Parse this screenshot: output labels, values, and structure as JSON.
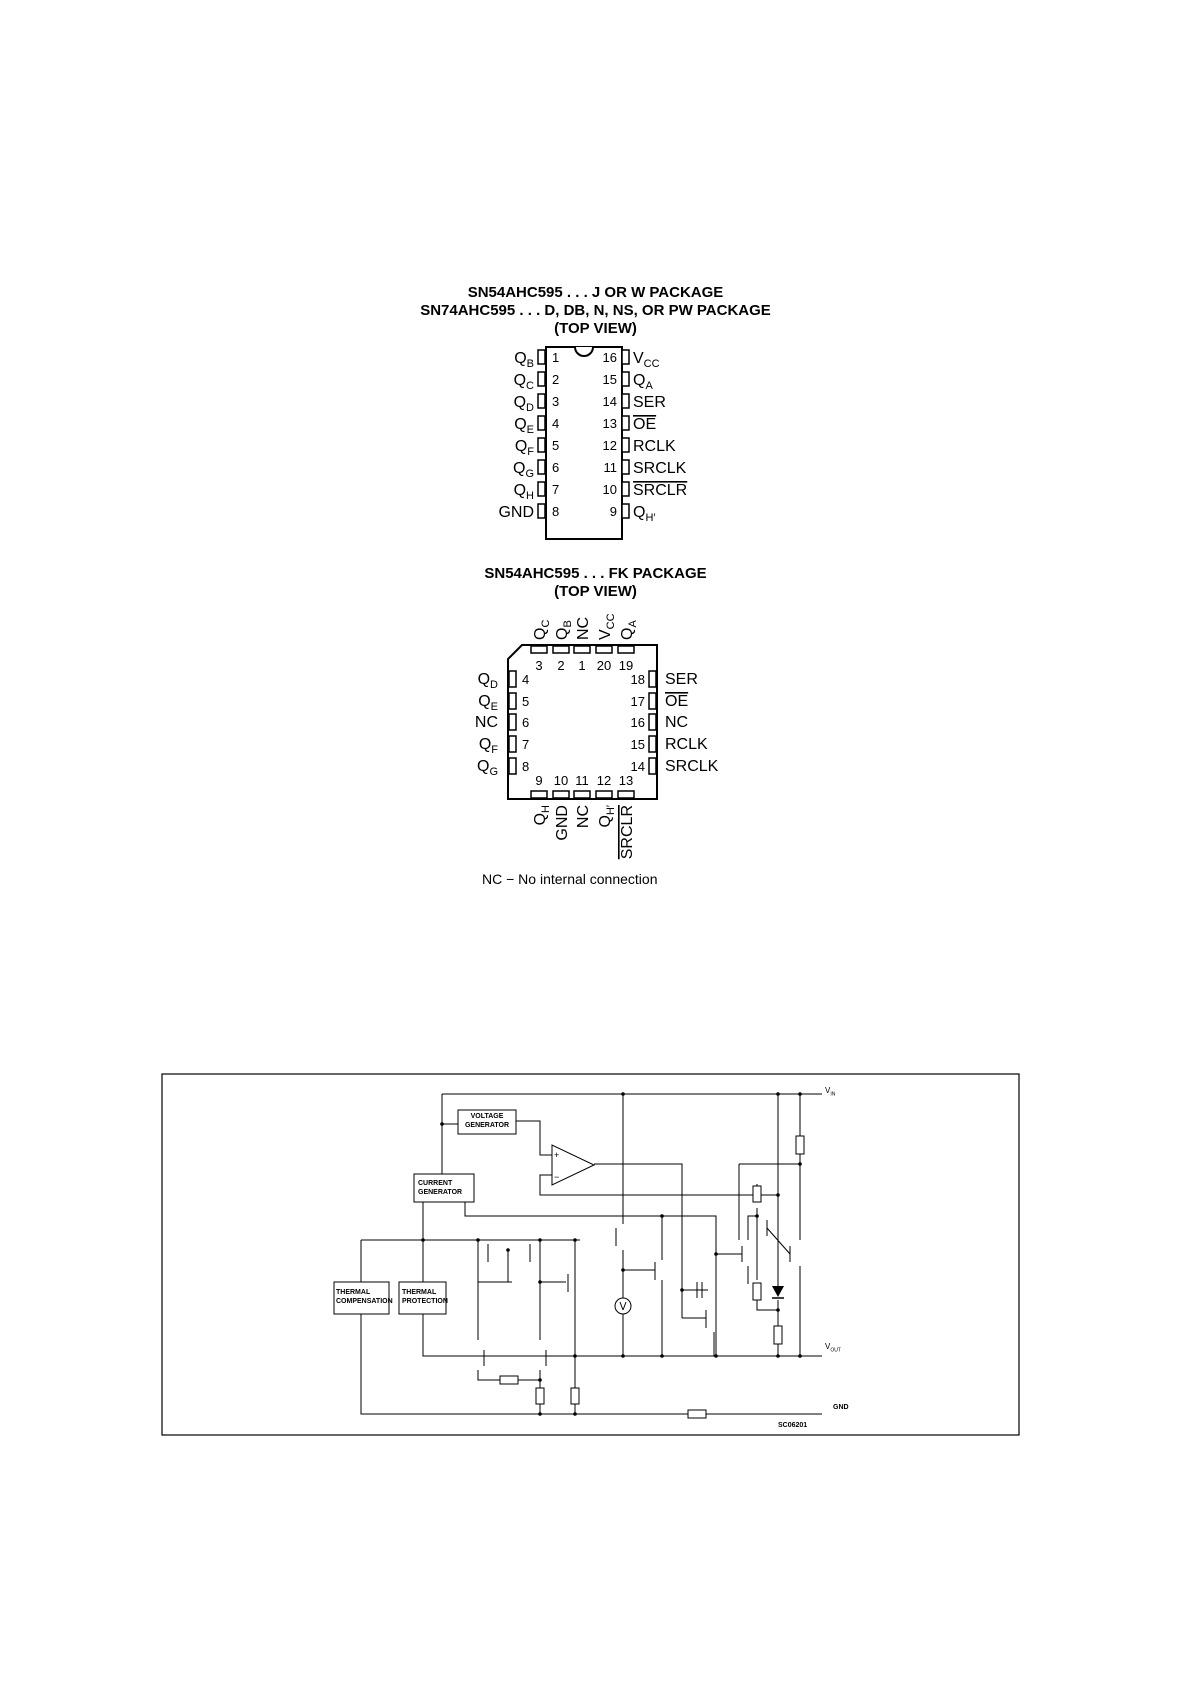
{
  "dip": {
    "title_line1": "SN54AHC595 . . . J OR W PACKAGE",
    "title_line2": "SN74AHC595 . . . D, DB, N, NS, OR PW PACKAGE",
    "title_line3": "(TOP VIEW)",
    "left_pins": [
      {
        "num": "1",
        "main": "Q",
        "sub": "B"
      },
      {
        "num": "2",
        "main": "Q",
        "sub": "C"
      },
      {
        "num": "3",
        "main": "Q",
        "sub": "D"
      },
      {
        "num": "4",
        "main": "Q",
        "sub": "E"
      },
      {
        "num": "5",
        "main": "Q",
        "sub": "F"
      },
      {
        "num": "6",
        "main": "Q",
        "sub": "G"
      },
      {
        "num": "7",
        "main": "Q",
        "sub": "H"
      },
      {
        "num": "8",
        "main": "GND",
        "sub": ""
      }
    ],
    "right_pins": [
      {
        "num": "16",
        "main": "V",
        "sub": "CC",
        "overline": false
      },
      {
        "num": "15",
        "main": "Q",
        "sub": "A",
        "overline": false
      },
      {
        "num": "14",
        "main": "SER",
        "sub": "",
        "overline": false
      },
      {
        "num": "13",
        "main": "OE",
        "sub": "",
        "overline": true
      },
      {
        "num": "12",
        "main": "RCLK",
        "sub": "",
        "overline": false
      },
      {
        "num": "11",
        "main": "SRCLK",
        "sub": "",
        "overline": false
      },
      {
        "num": "10",
        "main": "SRCLR",
        "sub": "",
        "overline": true
      },
      {
        "num": "9",
        "main": "Q",
        "sub": "H′",
        "overline": false
      }
    ]
  },
  "fk": {
    "title_line1": "SN54AHC595 . . . FK PACKAGE",
    "title_line2": "(TOP VIEW)",
    "top_pins": [
      {
        "num": "3",
        "main": "Q",
        "sub": "C"
      },
      {
        "num": "2",
        "main": "Q",
        "sub": "B"
      },
      {
        "num": "1",
        "main": "NC",
        "sub": ""
      },
      {
        "num": "20",
        "main": "V",
        "sub": "CC"
      },
      {
        "num": "19",
        "main": "Q",
        "sub": "A"
      }
    ],
    "left_pins": [
      {
        "num": "4",
        "main": "Q",
        "sub": "D"
      },
      {
        "num": "5",
        "main": "Q",
        "sub": "E"
      },
      {
        "num": "6",
        "main": "NC",
        "sub": ""
      },
      {
        "num": "7",
        "main": "Q",
        "sub": "F"
      },
      {
        "num": "8",
        "main": "Q",
        "sub": "G"
      }
    ],
    "right_pins": [
      {
        "num": "18",
        "main": "SER",
        "overline": false
      },
      {
        "num": "17",
        "main": "OE",
        "overline": true
      },
      {
        "num": "16",
        "main": "NC",
        "overline": false
      },
      {
        "num": "15",
        "main": "RCLK",
        "overline": false
      },
      {
        "num": "14",
        "main": "SRCLK",
        "overline": false
      }
    ],
    "bottom_pins": [
      {
        "num": "9",
        "main": "Q",
        "sub": "H",
        "overline": false
      },
      {
        "num": "10",
        "main": "GND",
        "sub": "",
        "overline": false
      },
      {
        "num": "11",
        "main": "NC",
        "sub": "",
        "overline": false
      },
      {
        "num": "12",
        "main": "Q",
        "sub": "H′",
        "overline": false
      },
      {
        "num": "13",
        "main": "SRCLR",
        "sub": "",
        "overline": true
      }
    ],
    "note": "NC − No internal connection"
  },
  "schematic": {
    "voltage_generator": [
      "VOLTAGE",
      "GENERATOR"
    ],
    "current_generator": [
      "CURRENT",
      "GENERATOR"
    ],
    "thermal_compensation": [
      "THERMAL",
      "COMPENSATION"
    ],
    "thermal_protection": [
      "THERMAL",
      "PROTECTION"
    ],
    "vin": {
      "main": "V",
      "sub": "IN"
    },
    "vout": {
      "main": "V",
      "sub": "OUT"
    },
    "gnd": "GND",
    "code": "SC06201"
  }
}
